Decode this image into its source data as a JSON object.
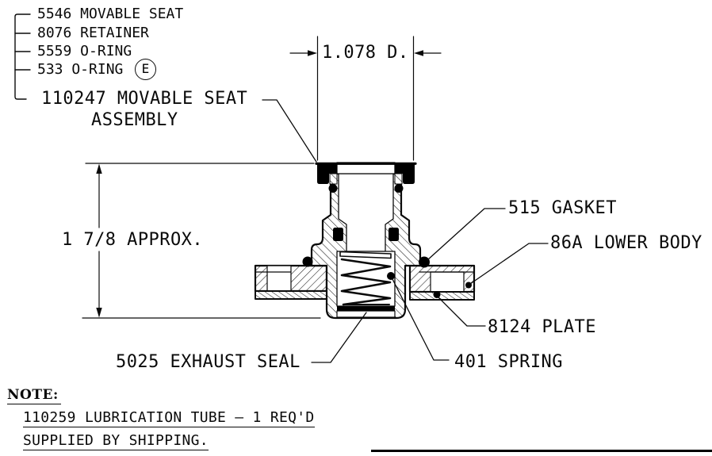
{
  "page": {
    "paper_color": "#ffffff",
    "ink_color": "#0a0a0a"
  },
  "parts_list": {
    "items": [
      {
        "label": "5546 MOVABLE SEAT"
      },
      {
        "label": "8076 RETAINER"
      },
      {
        "label": "5559 O-RING"
      },
      {
        "label": "533 O-RING",
        "badge": "E"
      }
    ]
  },
  "assembly_callout": {
    "line1": "110247 MOVABLE SEAT",
    "line2": "ASSEMBLY"
  },
  "dimensions": {
    "diameter_label": "1.078 D.",
    "height_label": "1 7/8 APPROX."
  },
  "callouts": {
    "gasket": "515 GASKET",
    "lower_body": "86A LOWER BODY",
    "plate": "8124 PLATE",
    "spring": "401 SPRING",
    "exhaust_seal": "5025 EXHAUST SEAL"
  },
  "note": {
    "heading": "NOTE:",
    "lines": [
      "110259 LUBRICATION TUBE – 1 REQ'D",
      "SUPPLIED BY SHIPPING."
    ]
  }
}
